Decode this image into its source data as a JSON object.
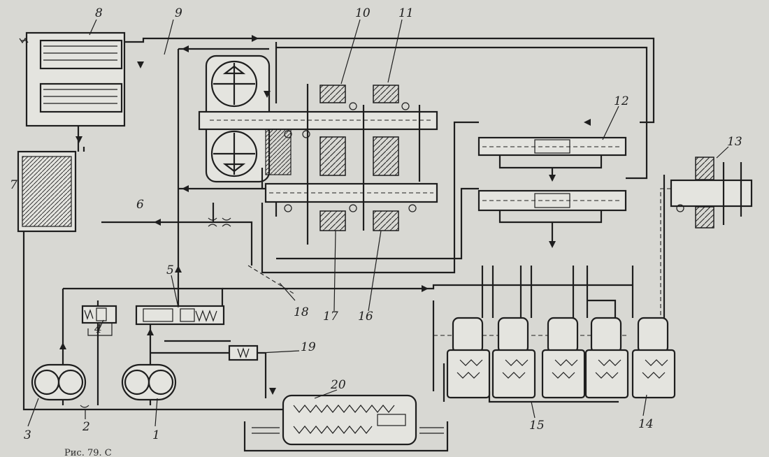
{
  "labels": {
    "l1": "1",
    "l2": "2",
    "l3": "3",
    "l4": "4",
    "l5": "5",
    "l6": "6",
    "l7": "7",
    "l8": "8",
    "l9": "9",
    "l10": "10",
    "l11": "11",
    "l12": "12",
    "l13": "13",
    "l14": "14",
    "l15": "15",
    "l16": "16",
    "l17": "17",
    "l18": "18",
    "l19": "19",
    "l20": "20"
  },
  "caption": "Рис. 79. С"
}
